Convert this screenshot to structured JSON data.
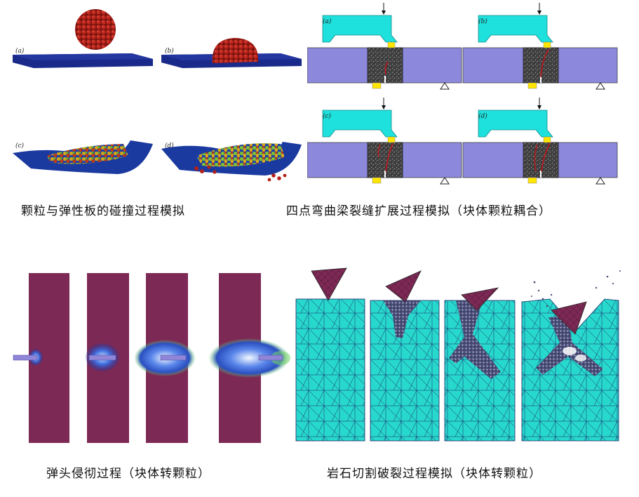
{
  "captions": {
    "collision": "颗粒与弹性板的碰撞过程模拟",
    "beam": "四点弯曲梁裂缝扩展过程模拟（块体颗粒耦合）",
    "penetration": "弹头侵彻过程（块体转颗粒）",
    "rock": "岩石切割破裂过程模拟（块体转颗粒）"
  },
  "subfigure_labels": [
    "(a)",
    "(b)",
    "(c)",
    "(d)"
  ],
  "colors": {
    "plate_blue": "#1a2a8a",
    "particle_red": "#b3201a",
    "beam_block": "#8c88dc",
    "loading_frame": "#1ee0dc",
    "support_yellow": "#ffe600",
    "concrete_grey": "#4a4a4a",
    "target_plate": "#7d2955",
    "projectile": "#8f86d8",
    "rock_mesh": "#27d8cc",
    "cutter": "#7d2955"
  }
}
